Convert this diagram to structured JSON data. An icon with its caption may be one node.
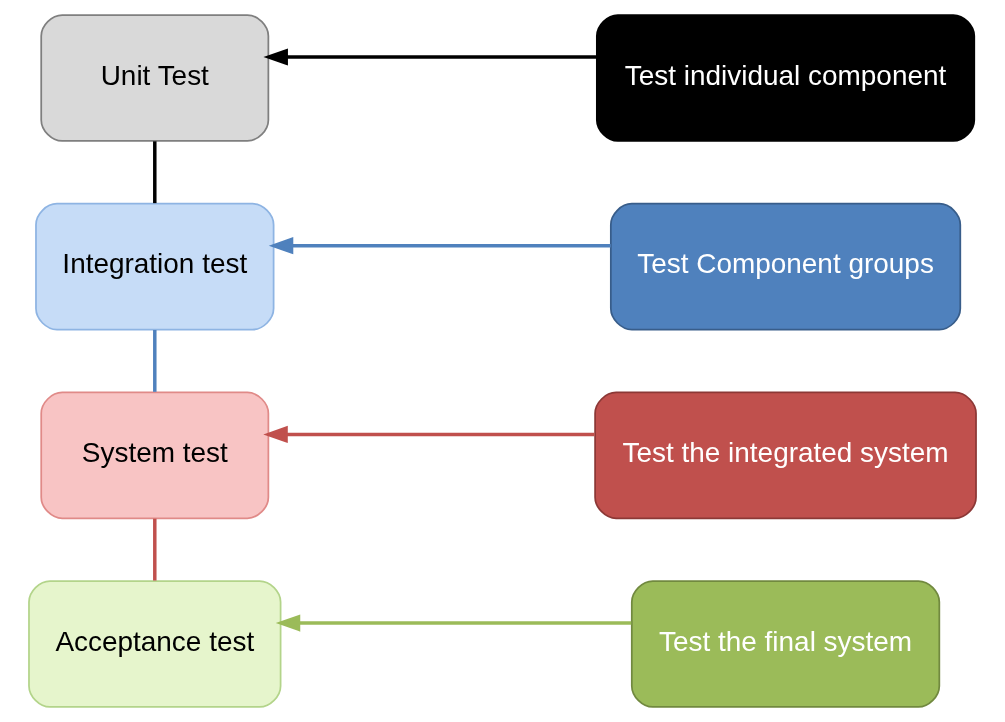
{
  "diagram": {
    "nodes": [
      {
        "text": [
          "Unit Test"
        ]
      },
      {
        "text": [
          "Test individual component"
        ]
      },
      {
        "text": [
          "Integration test"
        ]
      },
      {
        "text": [
          "Test Component groups"
        ]
      },
      {
        "text": [
          "System test"
        ]
      },
      {
        "text": [
          "Test the integrated system"
        ]
      },
      {
        "text": [
          "Acceptance test"
        ]
      },
      {
        "text": [
          "Test the final system"
        ]
      }
    ],
    "edges": [
      {
        "from": 1,
        "to": 0,
        "arrow": "to",
        "color": "#000000"
      },
      {
        "from": 0,
        "to": 2,
        "arrow": "none",
        "color": "#000000"
      },
      {
        "from": 3,
        "to": 2,
        "arrow": "to",
        "color": "#4f81bd"
      },
      {
        "from": 2,
        "to": 4,
        "arrow": "none",
        "color": "#4f81bd"
      },
      {
        "from": 5,
        "to": 4,
        "arrow": "to",
        "color": "#c0504d"
      },
      {
        "from": 4,
        "to": 6,
        "arrow": "none",
        "color": "#c0504d"
      },
      {
        "from": 7,
        "to": 6,
        "arrow": "to",
        "color": "#9bbb59"
      }
    ]
  }
}
